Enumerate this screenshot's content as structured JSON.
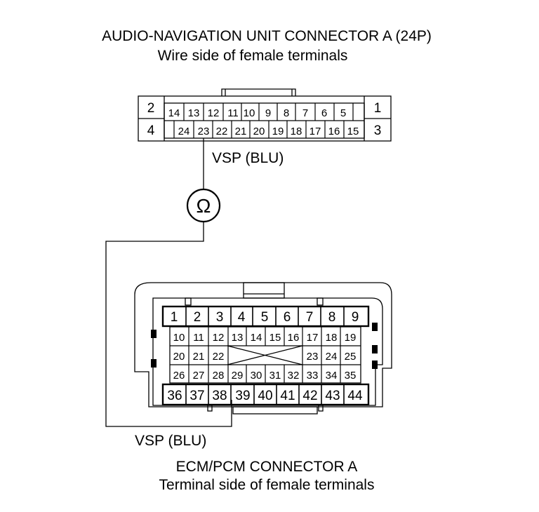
{
  "top_connector": {
    "title": "AUDIO-NAVIGATION UNIT CONNECTOR A (24P)",
    "subtitle": "Wire side of female terminals",
    "side_left_top": "2",
    "side_left_bottom": "4",
    "side_right_top": "1",
    "side_right_bottom": "3",
    "row_top": [
      "14",
      "13",
      "12",
      "11",
      "10",
      "9",
      "8",
      "7",
      "6",
      "5"
    ],
    "row_bottom": [
      "24",
      "23",
      "22",
      "21",
      "20",
      "19",
      "18",
      "17",
      "16",
      "15"
    ]
  },
  "wire": {
    "top_label": "VSP (BLU)",
    "bottom_label": "VSP (BLU)",
    "meter_symbol": "Ω"
  },
  "bottom_connector": {
    "title": "ECM/PCM CONNECTOR A",
    "subtitle": "Terminal side of female terminals",
    "row1": [
      "1",
      "2",
      "3",
      "4",
      "5",
      "6",
      "7",
      "8",
      "9"
    ],
    "row2": [
      "10",
      "11",
      "12",
      "13",
      "14",
      "15",
      "16",
      "17",
      "18",
      "19"
    ],
    "row3_left": [
      "20",
      "21",
      "22"
    ],
    "row3_right": [
      "23",
      "24",
      "25"
    ],
    "row4": [
      "26",
      "27",
      "28",
      "29",
      "30",
      "31",
      "32",
      "33",
      "34",
      "35"
    ],
    "row5": [
      "36",
      "37",
      "38",
      "39",
      "40",
      "41",
      "42",
      "43",
      "44"
    ]
  }
}
